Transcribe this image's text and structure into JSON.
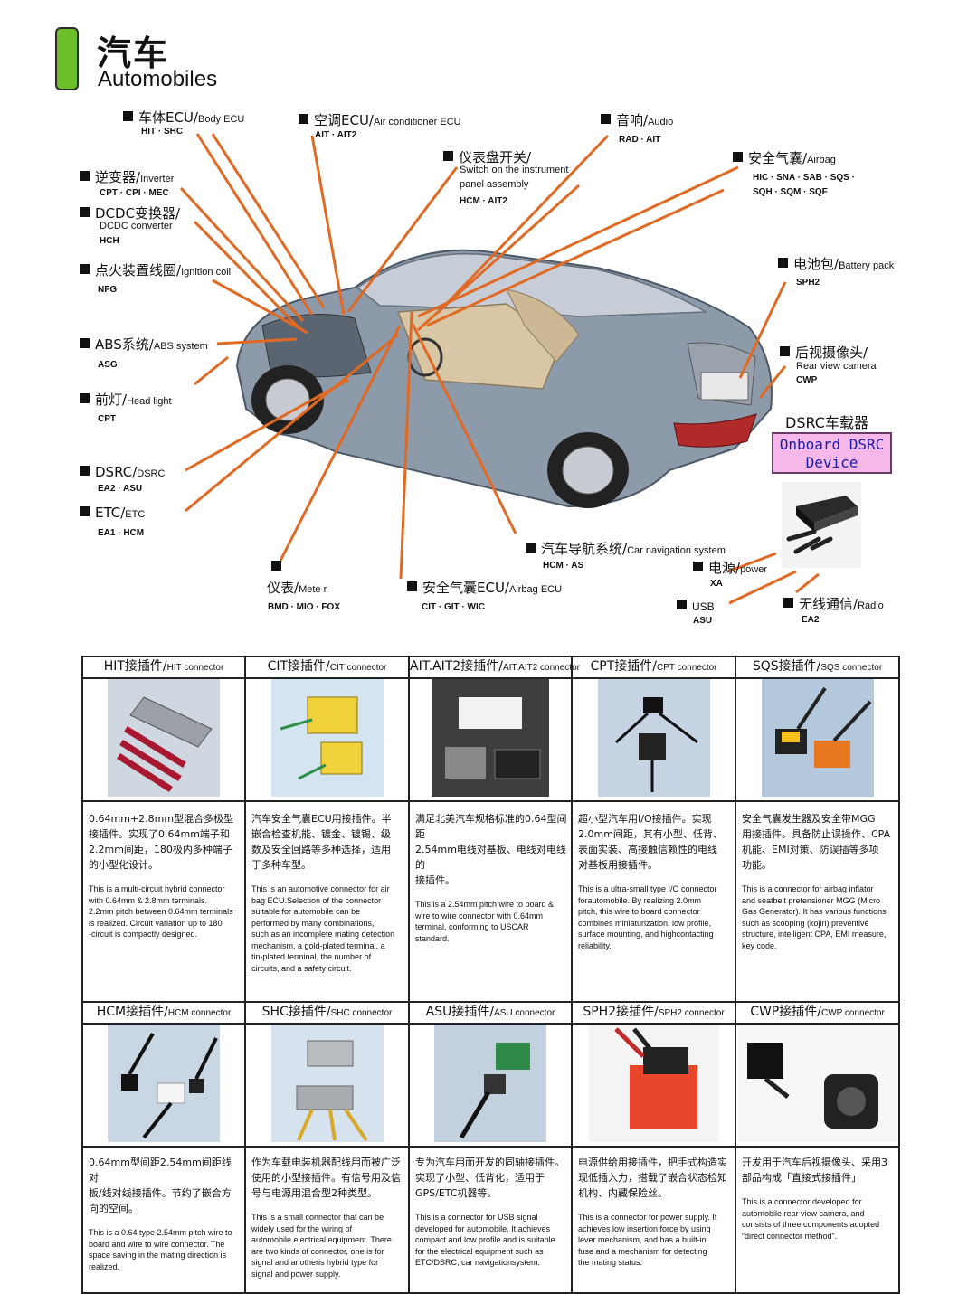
{
  "header": {
    "title_cn": "汽车",
    "title_en": "Automobiles"
  },
  "callouts": {
    "body_ecu": {
      "cn": "车体ECU/",
      "en": "Body ECU",
      "sub": "HIT · SHC"
    },
    "ac_ecu": {
      "cn": "空调ECU/",
      "en": "Air conditioner ECU",
      "sub": "AIT · AIT2"
    },
    "audio": {
      "cn": "音响/",
      "en": "Audio",
      "sub": "RAD · AIT"
    },
    "inst_switch": {
      "cn": "仪表盘开关/",
      "en1": "Switch on the instrument",
      "en2": "panel assembly",
      "sub": "HCM · AIT2"
    },
    "airbag": {
      "cn": "安全气囊/",
      "en": "Airbag",
      "sub1": "HIC · SNA · SAB · SQS ·",
      "sub2": "SQH · SQM · SQF"
    },
    "inverter": {
      "cn": "逆变器/",
      "en": "Inverter",
      "sub": "CPT · CPI · MEC"
    },
    "dcdc": {
      "cn": "DCDC变换器/",
      "en": "DCDC converter",
      "sub": "HCH"
    },
    "ignition": {
      "cn": "点火装置线圈/",
      "en": "Ignition coil",
      "sub": "NFG"
    },
    "battery": {
      "cn": "电池包/",
      "en": "Battery pack",
      "sub": "SPH2"
    },
    "abs": {
      "cn": "ABS系统/",
      "en": "ABS system",
      "sub": "ASG"
    },
    "rear_cam": {
      "cn": "后视摄像头/",
      "en": "Rear view camera",
      "sub": "CWP"
    },
    "headlight": {
      "cn": "前灯/",
      "en": "Head light",
      "sub": "CPT"
    },
    "dsrc": {
      "cn": "DSRC/",
      "en": "DSRC",
      "sub": "EA2 · ASU"
    },
    "etc": {
      "cn": "ETC/",
      "en": "ETC",
      "sub": "EA1 · HCM"
    },
    "nav": {
      "cn": "汽车导航系统/",
      "en": "Car navigation system",
      "sub": "HCM · AS"
    },
    "power": {
      "cn": "电源/",
      "en": "power",
      "sub": "XA"
    },
    "meter": {
      "cn": "仪表/",
      "en": "Mete r",
      "sub": "BMD · MIO · FOX"
    },
    "airbag_ecu": {
      "cn": "安全气囊ECU/",
      "en": "Airbag ECU",
      "sub": "CIT · GIT · WIC"
    },
    "usb": {
      "cn": "USB",
      "sub": "ASU"
    },
    "radio": {
      "cn": "无线通信/",
      "en": "Radio",
      "sub": "EA2"
    }
  },
  "dsrc_device": {
    "title": "DSRC车载器",
    "line1": "Onboard DSRC",
    "line2": "Device"
  },
  "connectors": [
    {
      "cn": "HIT接插件/",
      "en": "HIT connector",
      "desc_cn": [
        "0.64mm+2.8mm型混合多极型",
        "接插件。实现了0.64mm端子和",
        "2.2mm间距，180极内多种端子",
        "的小型化设计。"
      ],
      "desc_en": [
        "This is a multi-circuit hybrid connector",
        "with 0.64mm & 2.8mm terminals.",
        "2.2mm pitch between 0.64mm terminals",
        "is realized. Circuit variation up to 180",
        "-circuit is compactly designed."
      ]
    },
    {
      "cn": "CIT接插件/",
      "en": "CIT connector",
      "desc_cn": [
        "汽车安全气囊ECU用接插件。半",
        "嵌合检查机能、镀金、镀锡、级",
        "数及安全回路等多种选择，适用",
        "于多种车型。"
      ],
      "desc_en": [
        "This is an automotive connector for air",
        "bag ECU.Selection of the connector",
        "suitable for automobile can be",
        "performed by many combinations,",
        "such as an incomplete mating detection",
        "mechanism, a gold-plated terminal, a",
        "tin-plated terminal, the number of",
        "circuits, and a safety circuit."
      ]
    },
    {
      "cn": "AIT.AIT2接插件/",
      "en": "AIT.AIT2 connector",
      "desc_cn": [
        "满足北美汽车规格标准的0.64型间距",
        "2.54mm电线对基板、电线对电线的",
        "接插件。"
      ],
      "desc_en": [
        "This is a 2.54mm pitch wire to board &",
        "wire to wire connector with 0.64mm",
        "terminal, conforming to USCAR",
        "standard."
      ]
    },
    {
      "cn": "CPT接插件/",
      "en": "CPT connector",
      "desc_cn": [
        "超小型汽车用I/O接插件。实现",
        "2.0mm间距，其有小型、低背、",
        "表面实装、高接触信赖性的电线",
        "对基板用接插件。"
      ],
      "desc_en": [
        "This is a ultra-small type I/O connector",
        "forautomobile. By realizing 2.0mm",
        "pitch, this wire to board connector",
        "combines miniaturization, low profile,",
        "surface mounting, and highcontacting",
        "reliability."
      ]
    },
    {
      "cn": "SQS接插件/",
      "en": "SQS connector",
      "desc_cn": [
        "安全气囊发生器及安全带MGG",
        "用接插件。具备防止误操作、CPA",
        "机能、EMI对策、防误插等多项",
        "功能。"
      ],
      "desc_en": [
        "This is a connector for airbag inflator",
        "and seatbelt pretensioner MGG (Micro",
        "Gas Generator). It has various functions",
        "such as scooping (kojiri) preventive",
        "structure, intelligent CPA, EMI measure,",
        "key code."
      ]
    },
    {
      "cn": "HCM接插件/",
      "en": "HCM connector",
      "desc_cn": [
        "0.64mm型间距2.54mm间距线对",
        "板/线对线接插件。节约了嵌合方",
        "向的空间。"
      ],
      "desc_en": [
        "This is a 0.64 type 2.54mm pitch wire to",
        "board and wire to wire connector. The",
        "space saving in the mating direction is",
        "realized."
      ]
    },
    {
      "cn": "SHC接插件/",
      "en": "SHC connector",
      "desc_cn": [
        "作为车载电装机器配线用而被广泛",
        "使用的小型接插件。有信号用及信",
        "号与电源用混合型2种类型。"
      ],
      "desc_en": [
        "This is a small connector that can be",
        "widely used for the wiring of",
        "automobile electrical equipment. There",
        "are two kinds of connector, one is for",
        "signal and anotheris hybrid type for",
        "signal and power supply."
      ]
    },
    {
      "cn": "ASU接插件/",
      "en": "ASU connector",
      "desc_cn": [
        "专为汽车用而开发的同轴接插件。",
        "实现了小型、低背化，适用于",
        "GPS/ETC机器等。"
      ],
      "desc_en": [
        "This is a connector for USB signal",
        "developed for automobile. It achieves",
        "compact and low profile and is suitable",
        "for the electrical equipment such as",
        "ETC/DSRC, car navigationsystem."
      ]
    },
    {
      "cn": "SPH2接插件/",
      "en": "SPH2 connector",
      "desc_cn": [
        "电源供给用接插件，把手式构造实",
        "现低插入力，搭载了嵌合状态检知",
        "机构、内藏保险丝。"
      ],
      "desc_en": [
        "This is a connector for power supply. It",
        "achieves low insertion force by using",
        "lever mechanism, and has a built-in",
        "fuse and a mechanism for detecting",
        "the mating status."
      ]
    },
    {
      "cn": "CWP接插件/",
      "en": "CWP connector",
      "desc_cn": [
        "开发用于汽车后视摄像头、采用3",
        "部品构成「直接式接插件」"
      ],
      "desc_en": [
        "This is a connector developed for",
        "automobile rear view camera, and",
        "consists of three components adopted",
        "“direct connector method”."
      ]
    }
  ]
}
